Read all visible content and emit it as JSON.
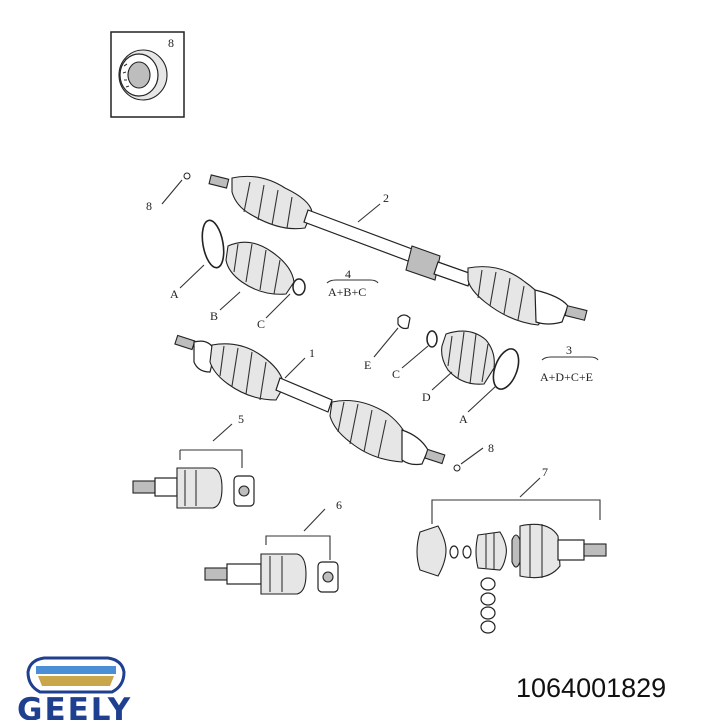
{
  "callouts": {
    "inset_8": "8",
    "top_8": "8",
    "shaft_2": "2",
    "kit_4_num": "4",
    "kit_4_formula": "A+B+C",
    "top_A": "A",
    "top_B": "B",
    "top_C": "C",
    "shaft_1": "1",
    "mid_E": "E",
    "mid_C": "C",
    "mid_D": "D",
    "mid_A": "A",
    "kit_3_num": "3",
    "kit_3_formula": "A+D+C+E",
    "bottom_8": "8",
    "group_5": "5",
    "group_6": "6",
    "group_7": "7"
  },
  "brand": {
    "name": "GEELY",
    "color": "#1f3f8f",
    "emblem_colors": [
      "#1f3f8f",
      "#4a8fd6",
      "#c9a64a"
    ]
  },
  "part_number": "1064001829"
}
